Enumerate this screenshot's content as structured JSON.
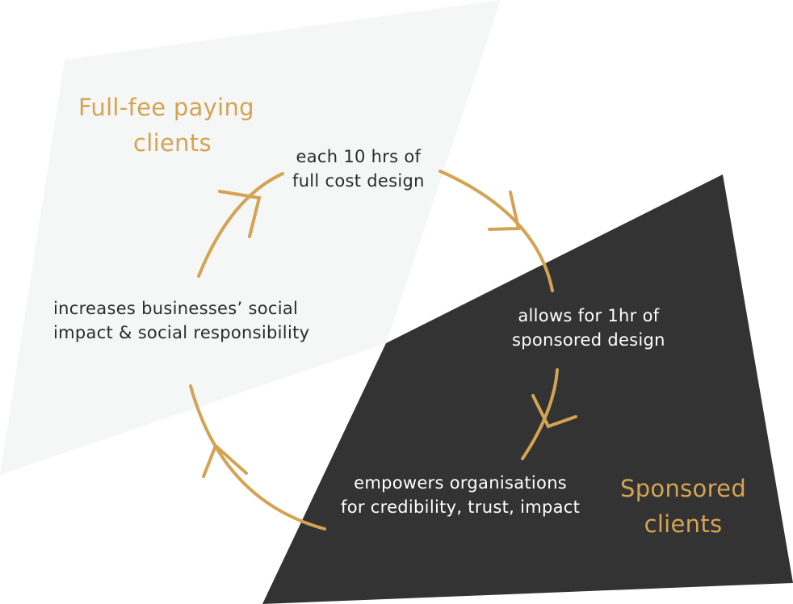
{
  "colors": {
    "accent": "#d4a352",
    "dark_region": "#333333",
    "light_region": "#f5f6f6",
    "ink": "#2b2b2b",
    "light_ink": "#ffffff"
  },
  "regions": {
    "full_fee": {
      "title_lines": [
        "Full-fee paying",
        "clients"
      ]
    },
    "sponsored": {
      "title_lines": [
        "Sponsored",
        "clients"
      ]
    }
  },
  "cycle": {
    "steps": [
      {
        "lines": [
          "each 10 hrs of",
          "full cost design"
        ]
      },
      {
        "lines": [
          "allows for 1hr of",
          "sponsored design"
        ]
      },
      {
        "lines": [
          "empowers organisations",
          "for credibility, trust, impact"
        ]
      },
      {
        "lines": [
          "increases businesses’ social",
          "impact & social responsibility"
        ]
      }
    ]
  }
}
